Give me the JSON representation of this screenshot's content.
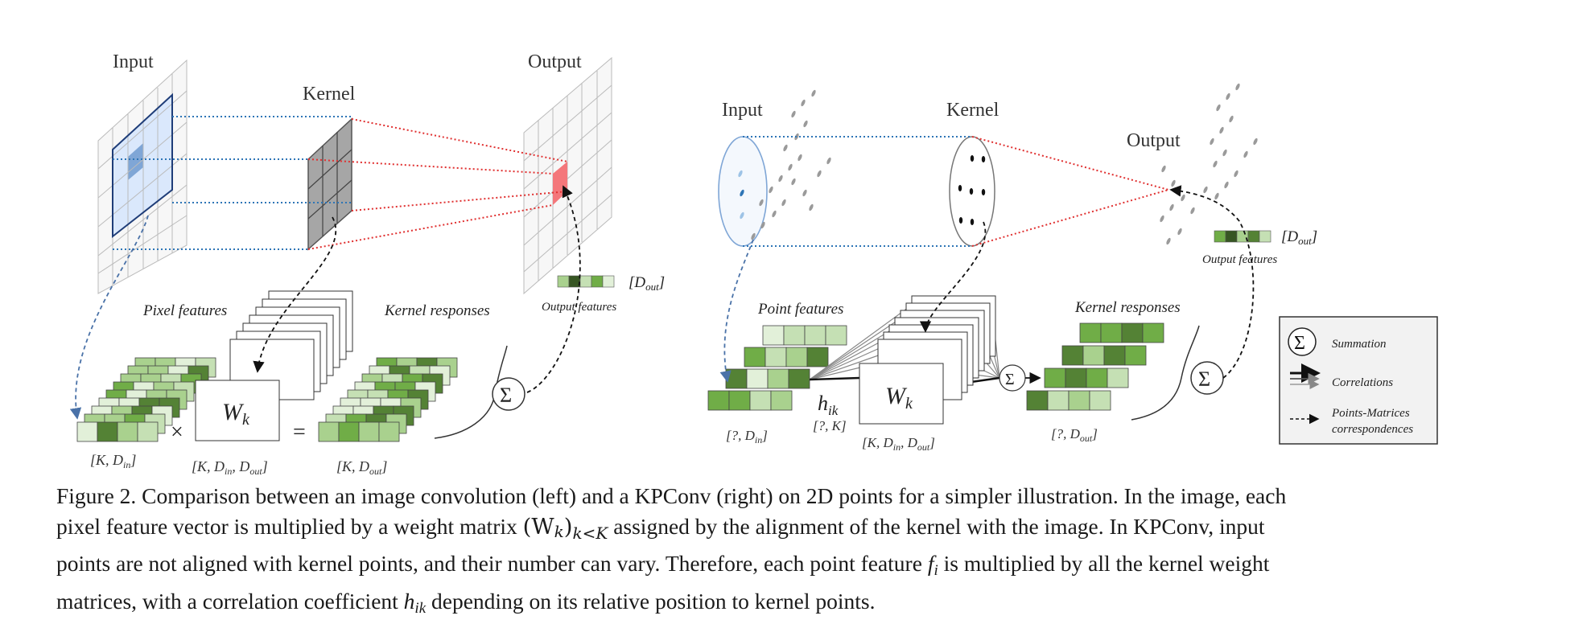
{
  "left": {
    "input_label": "Input",
    "kernel_label": "Kernel",
    "output_label": "Output",
    "pixel_features_label": "Pixel features",
    "kernel_responses_label": "Kernel responses",
    "output_features_label": "Output features",
    "weight_matrix_label": "W",
    "weight_matrix_sub": "k",
    "times_symbol": "×",
    "equals_symbol": "=",
    "sum_symbol": "Σ",
    "dim_in": "[K, D",
    "dim_in_sub": "in",
    "dim_w": "[K, D",
    "dim_w_sub1": "in",
    "dim_w_mid": ", D",
    "dim_w_sub2": "out",
    "dim_out": "[K, D",
    "dim_out_sub": "out",
    "dim_outfeat": "[D",
    "dim_outfeat_sub": "out"
  },
  "right": {
    "input_label": "Input",
    "kernel_label": "Kernel",
    "output_label": "Output",
    "point_features_label": "Point features",
    "kernel_responses_label": "Kernel responses",
    "output_features_label": "Output features",
    "weight_matrix_label": "W",
    "weight_matrix_sub": "k",
    "h_label": "h",
    "h_sub": "ik",
    "h_dim": "[?, K]",
    "sum_symbol": "Σ",
    "dim_in": "[?, D",
    "dim_in_sub": "in",
    "dim_w": "[K, D",
    "dim_w_sub1": "in",
    "dim_w_mid": ", D",
    "dim_w_sub2": "out",
    "dim_out": "[?, D",
    "dim_out_sub": "out",
    "dim_outfeat": "[D",
    "dim_outfeat_sub": "out"
  },
  "legend": {
    "summation": "Summation",
    "correlations": "Correlations",
    "correspondences_line1": "Points-Matrices",
    "correspondences_line2": "correspondences",
    "sum_symbol": "Σ"
  },
  "caption": {
    "line1": "Figure 2. Comparison between an image convolution (left) and a KPConv (right) on 2D points for a simpler illustration. In the image, each",
    "line2_a": "pixel feature vector is multiplied by a weight matrix ",
    "line2_math": "(W",
    "line2_math_sub": "k",
    "line2_math_end": ")",
    "line2_math_sub2": "k<K",
    "line2_b": " assigned by the alignment of the kernel with the image. In KPConv, input",
    "line3_a": "points are not aligned with kernel points, and their number can vary. Therefore, each point feature ",
    "line3_math": "f",
    "line3_math_sub": "i",
    "line3_b": " is multiplied by all the kernel weight",
    "line4_a": "matrices, with a correlation coefficient ",
    "line4_math": "h",
    "line4_math_sub": "ik",
    "line4_b": " depending on its relative position to kernel points."
  },
  "colors": {
    "green_light": "#c5e0b4",
    "green_mid": "#a9d18e",
    "green_dark": "#548235",
    "green_med": "#70ad47",
    "green_pale": "#e2f0d9",
    "blue_light": "#dae8fc",
    "blue_mid": "#8fb3df",
    "kernel_gray": "#a6a6a6",
    "output_red": "#f4777b",
    "dotted_blue": "#2e75b6",
    "dotted_red": "#e03030",
    "legend_bg": "#f2f2f2"
  }
}
